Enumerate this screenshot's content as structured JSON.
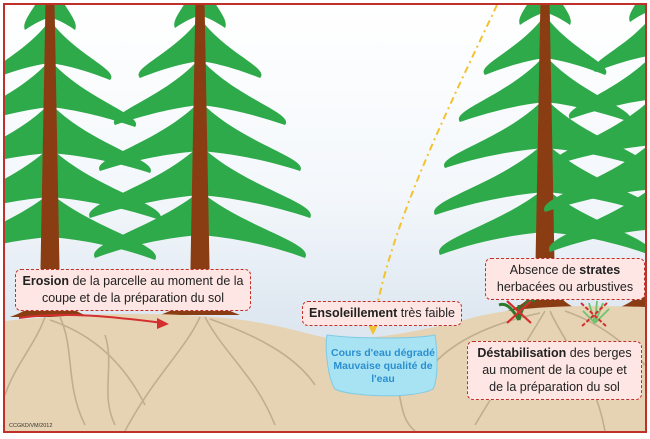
{
  "labels": {
    "erosion": {
      "bold": "Erosion",
      "rest": " de la parcelle au moment de la coupe et de la préparation du sol"
    },
    "ensoleillement": {
      "bold": "Ensoleillement",
      "rest": " très faible"
    },
    "strates": {
      "pre": "Absence de ",
      "bold": "strates",
      "rest": " herbacées ou arbustives"
    },
    "destabilisation": {
      "bold": "Déstabilisation",
      "rest": " des berges au moment de la coupe et de la préparation du sol"
    }
  },
  "water": {
    "line1": "Cours d'eau dégradé",
    "line2": "Mauvaise qualité de l'eau"
  },
  "credit": "CCGKD/VM/2012",
  "colors": {
    "accent": "#c0302a",
    "label_bg": "#fde6e3",
    "foliage": "#2eaa4a",
    "trunk": "#8a3d12",
    "soil": "#e6d3b3",
    "water": "#a8e3f3",
    "sun_ray": "#f2c230"
  },
  "icons": [
    "conifer-tree-icon",
    "sun-ray-icon",
    "erosion-arrow-icon",
    "crossed-plant-icon"
  ]
}
